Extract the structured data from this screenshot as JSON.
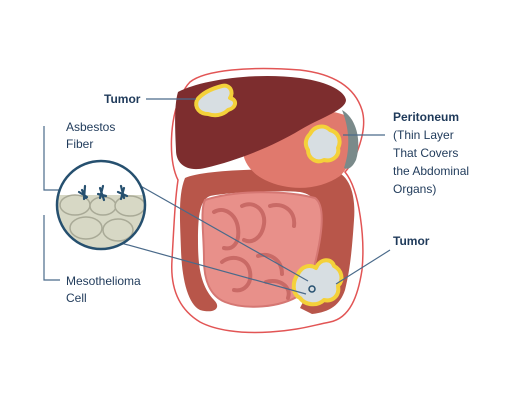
{
  "labels": {
    "tumor_top": "Tumor",
    "asbestos_line1": "Asbestos",
    "asbestos_line2": "Fiber",
    "peritoneum_title": "Peritoneum",
    "peritoneum_line1": "(Thin Layer",
    "peritoneum_line2": "That Covers",
    "peritoneum_line3": "the Abdominal",
    "peritoneum_line4": "Organs)",
    "tumor_right": "Tumor",
    "meso_line1": "Mesothelioma",
    "meso_line2": "Cell"
  },
  "colors": {
    "text": "#1f3a5a",
    "leader": "#4a6a8a",
    "outline": "#e25555",
    "liver": "#7d2d2e",
    "stomach": "#e0796d",
    "intestine_large": "#b8564a",
    "intestine_small": "#e8908a",
    "tumor_fill": "#d7dee2",
    "tumor_border": "#f4d13a",
    "cell": "#d7d8c5",
    "cell_border": "#26506f"
  }
}
